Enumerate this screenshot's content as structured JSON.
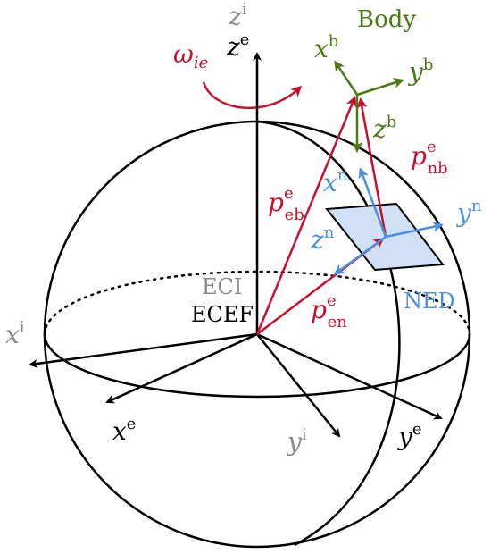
{
  "colors": {
    "black": "#000000",
    "gray": "#8a8a8a",
    "red": "#c8102e",
    "green": "#4a7a16",
    "blue": "#4a90e2",
    "plane_fill": "#cfe0f7"
  },
  "labels": {
    "body": "Body",
    "eci": "ECI",
    "ecef": "ECEF",
    "ned": "NED",
    "omega": "ω",
    "omega_sub": "ie",
    "zi": "z",
    "zi_sup": "i",
    "ze": "z",
    "ze_sup": "e",
    "xi": "x",
    "xi_sup": "i",
    "xe": "x",
    "xe_sup": "e",
    "yi": "y",
    "yi_sup": "i",
    "ye": "y",
    "ye_sup": "e",
    "xb": "x",
    "xb_sup": "b",
    "yb": "y",
    "yb_sup": "b",
    "zb": "z",
    "zb_sup": "b",
    "xn": "x",
    "xn_sup": "n",
    "yn": "y",
    "yn_sup": "n",
    "zn": "z",
    "zn_sup": "n",
    "peb": "p",
    "peb_sup": "e",
    "peb_sub": "eb",
    "pen": "p",
    "pen_sup": "e",
    "pen_sub": "en",
    "pnb": "p",
    "pnb_sup": "e",
    "pnb_sub": "nb"
  }
}
